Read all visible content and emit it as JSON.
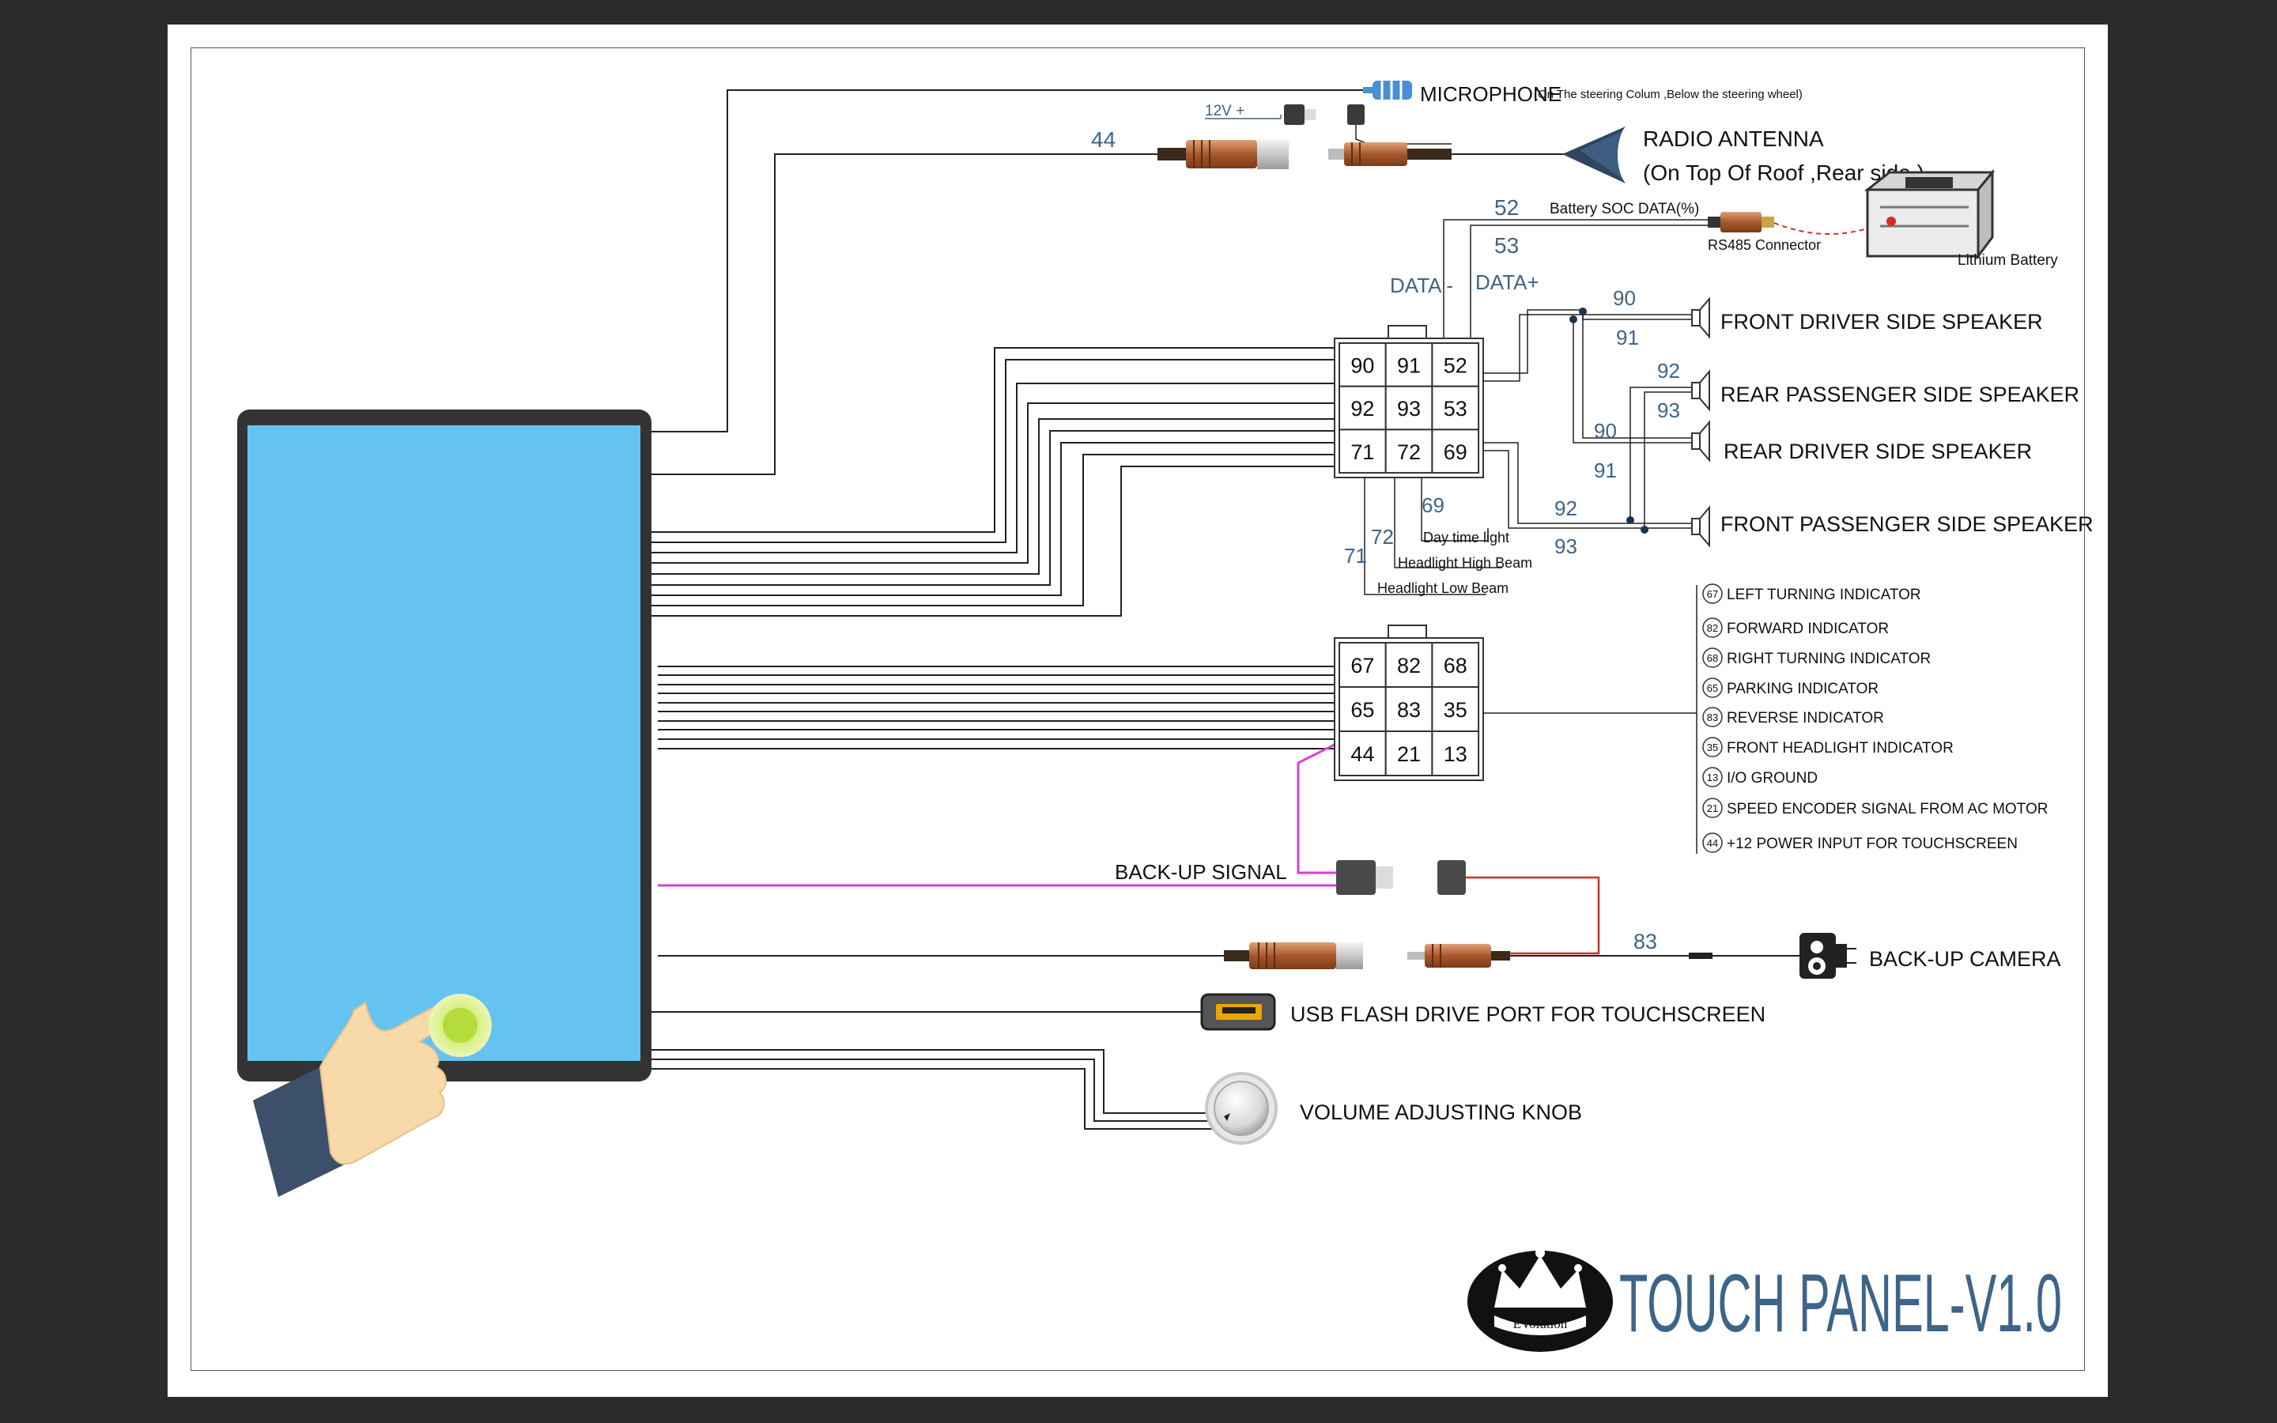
{
  "labels": {
    "microphone": "MICROPHONE",
    "microphone_note": "(On The steering Colum ,Below the steering wheel)",
    "v12": "12V +",
    "w44": "44",
    "radio_antenna": "RADIO ANTENNA",
    "radio_antenna_note": "(On Top Of Roof ,Rear side )",
    "battery_soc": "Battery SOC DATA(%)",
    "rs485": "RS485 Connector",
    "lithium_battery": "Lithium Battery",
    "w52": "52",
    "w53": "53",
    "data_minus": "DATA -",
    "data_plus": "DATA+",
    "front_driver": "FRONT DRIVER SIDE SPEAKER",
    "rear_passenger": "REAR PASSENGER SIDE SPEAKER",
    "rear_driver": "REAR DRIVER SIDE SPEAKER",
    "front_passenger": "FRONT PASSENGER SIDE SPEAKER",
    "s90a": "90",
    "s91a": "91",
    "s92a": "92",
    "s93a": "93",
    "s90b": "90",
    "s91b": "91",
    "s92b": "92",
    "s93b": "93",
    "w69": "69",
    "w72": "72",
    "w71": "71",
    "day_time_light": "Day time light",
    "headlight_high": "Headlight High Beam",
    "headlight_low": "Headlight Low  Beam",
    "backup_signal": "BACK-UP SIGNAL",
    "w83": "83",
    "backup_camera": "BACK-UP CAMERA",
    "usb_port": "USB FLASH DRIVE PORT FOR TOUCHSCREEN",
    "volume_knob": "VOLUME ADJUSTING KNOB",
    "logo_text": "EVolution",
    "title": "TOUCH PANEL-V1.0"
  },
  "connector_top_pins": [
    "90",
    "91",
    "52",
    "92",
    "93",
    "53",
    "71",
    "72",
    "69"
  ],
  "connector_bottom_pins": [
    "67",
    "82",
    "68",
    "65",
    "83",
    "35",
    "44",
    "21",
    "13"
  ],
  "indicator_list": [
    {
      "num": "67",
      "text": "LEFT TURNING INDICATOR"
    },
    {
      "num": "82",
      "text": "FORWARD INDICATOR"
    },
    {
      "num": "68",
      "text": "RIGHT TURNING INDICATOR"
    },
    {
      "num": "65",
      "text": "PARKING INDICATOR"
    },
    {
      "num": "83",
      "text": "REVERSE INDICATOR"
    },
    {
      "num": "35",
      "text": "FRONT HEADLIGHT INDICATOR"
    },
    {
      "num": "13",
      "text": "I/O GROUND"
    },
    {
      "num": "21",
      "text": "SPEED ENCODER SIGNAL FROM AC MOTOR"
    },
    {
      "num": "44",
      "text": "+12 POWER INPUT  FOR TOUCHSCREEN"
    }
  ],
  "colors": {
    "screen": "#64c3f1",
    "bezel": "#333333",
    "accent_blue": "#3d6489",
    "backup_wire": "#d63fd6",
    "camera_wire": "#d62c2c",
    "rca_copper": "#b8683a"
  }
}
